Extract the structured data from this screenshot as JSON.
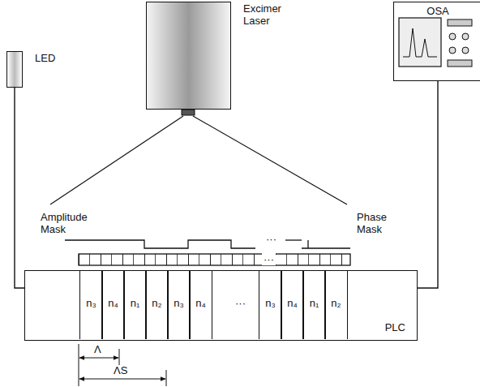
{
  "diagram": {
    "nodes": [
      {
        "text": [
          "LED"
        ]
      },
      {
        "text": [
          "Excimer Laser"
        ]
      },
      {
        "text": [
          "OSA"
        ]
      },
      {
        "text": [
          "PLC"
        ]
      },
      {
        "text": [
          "n₃"
        ],
        "in": 3
      },
      {
        "text": [
          "n₄"
        ],
        "in": 3
      },
      {
        "text": [
          "n₁"
        ],
        "in": 3
      },
      {
        "text": [
          "n₂"
        ],
        "in": 3
      },
      {
        "text": [
          "n₃"
        ],
        "in": 3
      },
      {
        "text": [
          "n₄"
        ],
        "in": 3
      },
      {
        "text": [
          "n₃"
        ],
        "in": 3
      },
      {
        "text": [
          "n₄"
        ],
        "in": 3
      },
      {
        "text": [
          "n₁"
        ],
        "in": 3
      },
      {
        "text": [
          "n₂"
        ],
        "in": 3
      }
    ],
    "edges": [
      {
        "from": 0,
        "to": 3,
        "arrow": "none"
      },
      {
        "from": 3,
        "to": 2,
        "arrow": "none"
      }
    ],
    "labels": [
      "Amplitude Mask",
      "···",
      "Phase Mask",
      "···",
      "···",
      "Λ",
      "ΛS"
    ]
  }
}
